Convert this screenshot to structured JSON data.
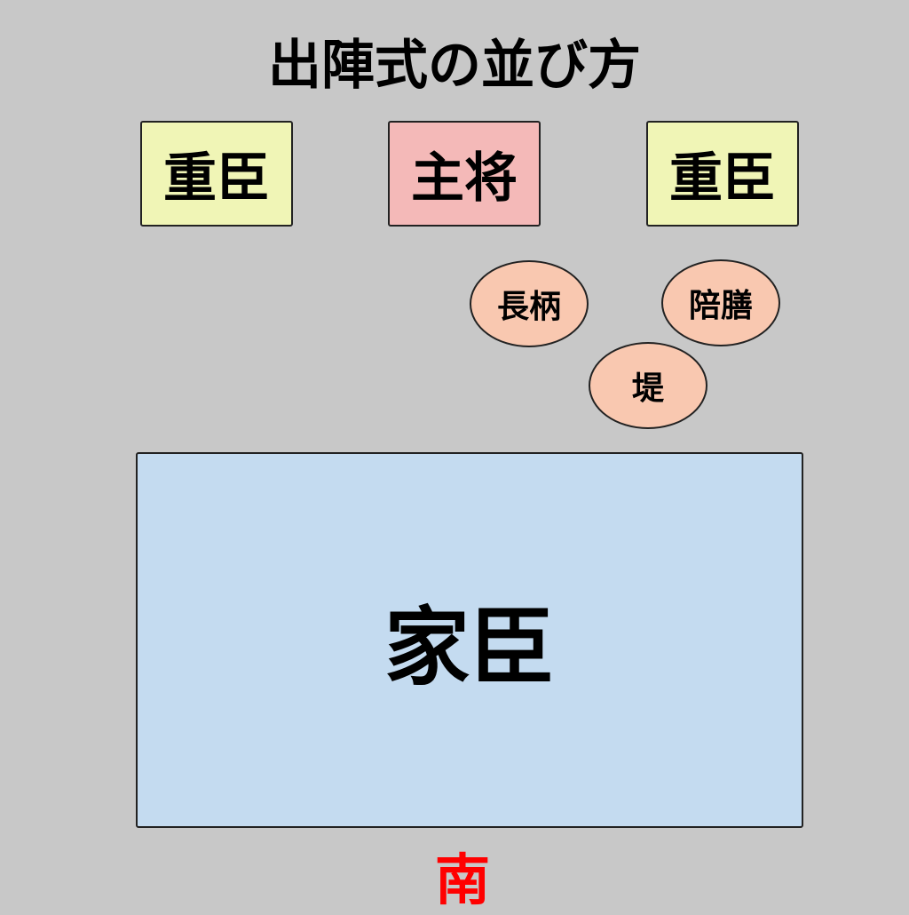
{
  "title": "出陣式の並び方",
  "top_row": {
    "left": "重臣",
    "center": "主将",
    "right": "重臣"
  },
  "attendants": {
    "nagae": "長柄",
    "baizen": "陪膳",
    "tsutsumi": "堤"
  },
  "retainers": "家臣",
  "direction": "南",
  "colors": {
    "background": "#c8c8c8",
    "senior_vassal": "#f0f5b6",
    "commander": "#f4b9b8",
    "attendant": "#f9c8b0",
    "retainers": "#c4dbf0",
    "direction": "#ff0000"
  }
}
